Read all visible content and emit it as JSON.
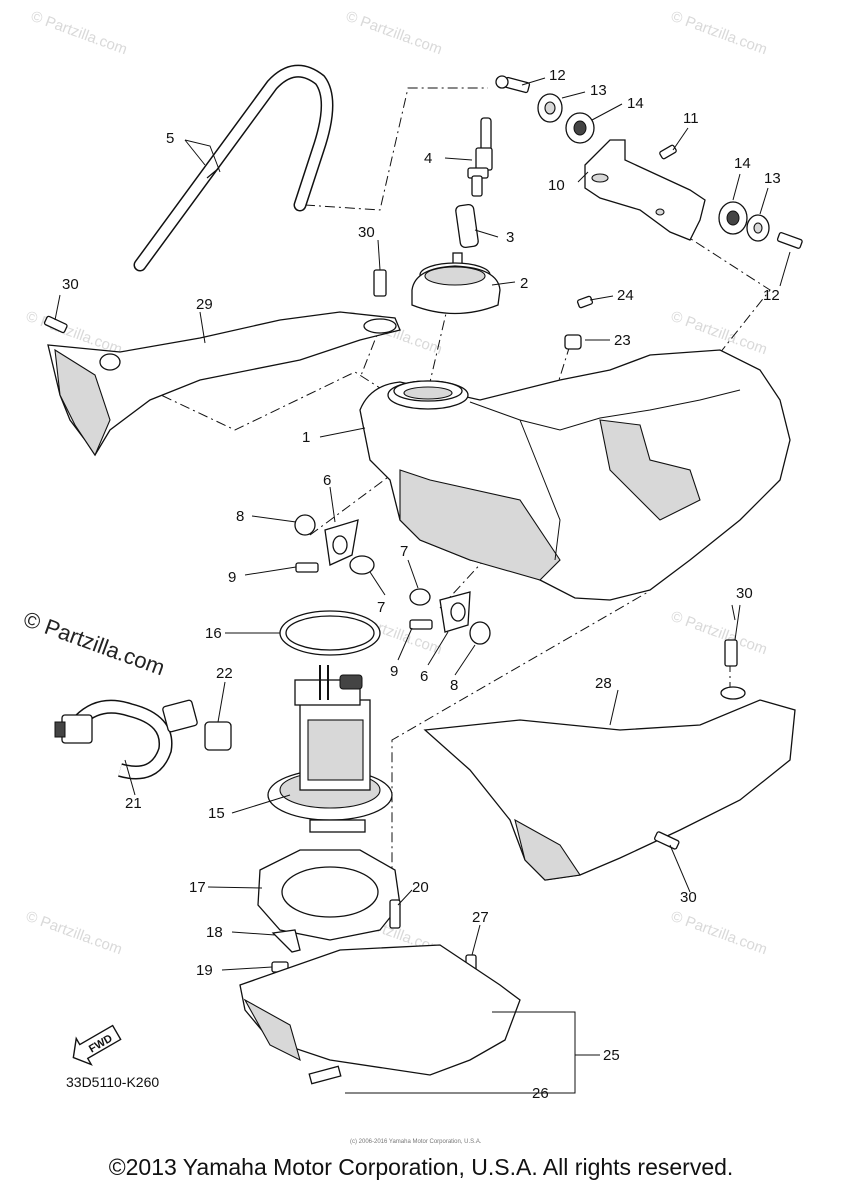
{
  "watermarks": [
    {
      "text": "© Partzilla.com"
    },
    {
      "text": "© Partzilla.com"
    },
    {
      "text": "© Partzilla.com"
    },
    {
      "text": "© Partzilla.com"
    },
    {
      "text": "© Partzilla.com"
    },
    {
      "text": "© Partzilla.com"
    },
    {
      "text": "© Partzilla.com"
    },
    {
      "text": "© Partzilla.com"
    },
    {
      "text": "© Partzilla.com"
    },
    {
      "text": "© Partzilla.com"
    },
    {
      "text": "© Partzilla.com"
    }
  ],
  "main_watermark": "© Partzilla.com",
  "callouts": [
    "12",
    "13",
    "14",
    "11",
    "10",
    "14",
    "13",
    "12",
    "5",
    "4",
    "3",
    "30",
    "2",
    "30",
    "29",
    "24",
    "23",
    "1",
    "6",
    "8",
    "9",
    "7",
    "7",
    "9",
    "6",
    "8",
    "16",
    "22",
    "21",
    "15",
    "28",
    "30",
    "17",
    "20",
    "18",
    "27",
    "19",
    "30",
    "25",
    "26"
  ],
  "diagram_code": "33D5110-K260",
  "fwd_label": "FWD",
  "small_print": "(c) 2006-2016 Yamaha Motor Corporation, U.S.A.",
  "copyright": "©2013 Yamaha Motor Corporation, U.S.A. All rights reserved."
}
